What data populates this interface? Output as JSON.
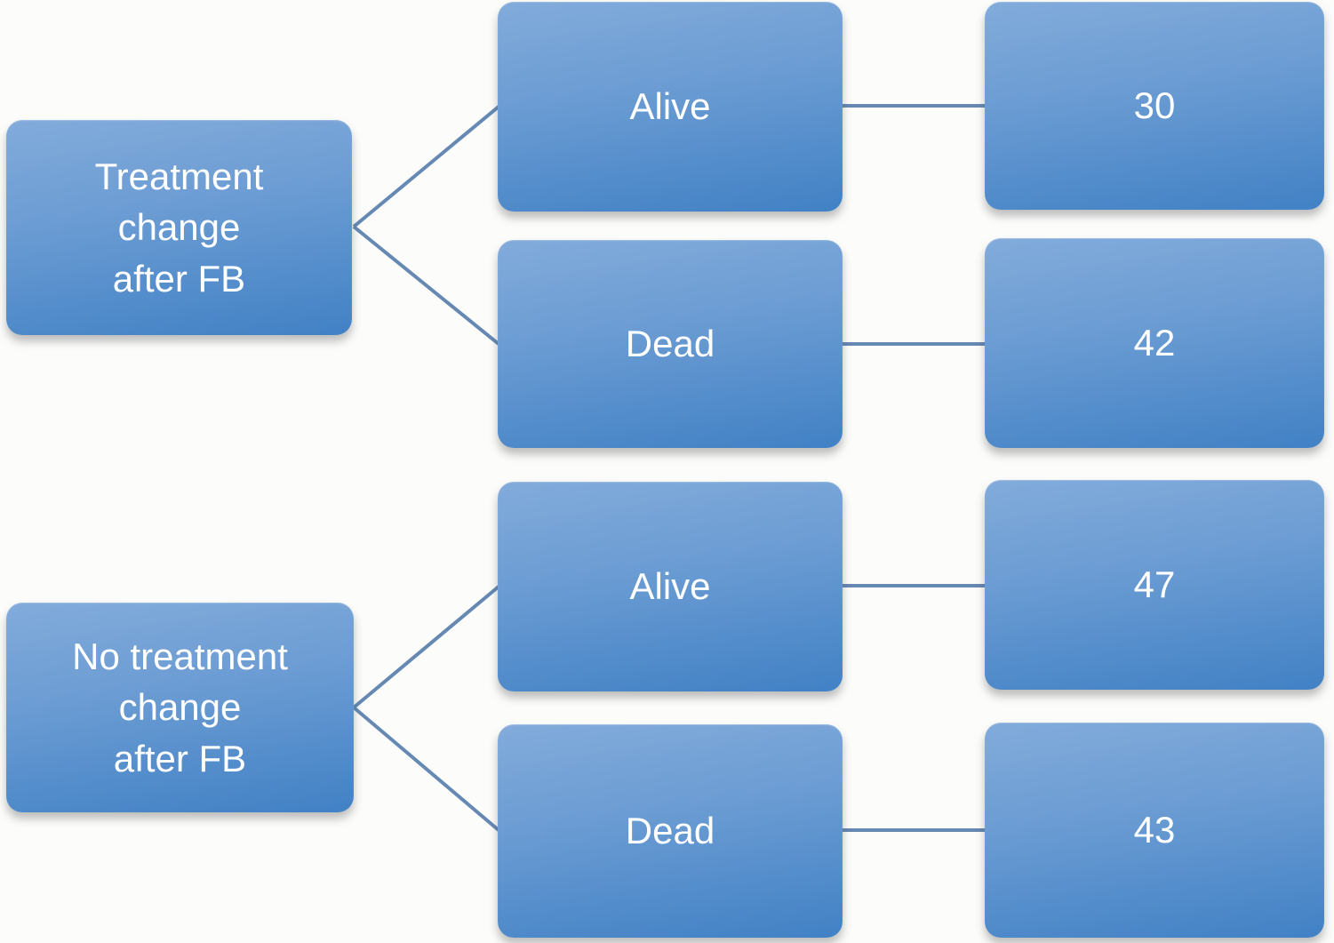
{
  "figure": {
    "type": "decision-tree",
    "background": "#fcfcfb",
    "palette": {
      "box_gradient_top": "#82abdb",
      "box_gradient_bottom": "#4181c5",
      "box_text": "#ffffff",
      "connector": "#6589b3"
    },
    "groups": [
      {
        "root": {
          "label": "Treatment change after FB",
          "lines": [
            "Treatment",
            "change",
            "after FB"
          ]
        },
        "outcomes": [
          {
            "label": "Alive",
            "count": "30"
          },
          {
            "label": "Dead",
            "count": "42"
          }
        ]
      },
      {
        "root": {
          "label": "No treatment change after FB",
          "lines": [
            "No treatment",
            "change",
            "after FB"
          ]
        },
        "outcomes": [
          {
            "label": "Alive",
            "count": "47"
          },
          {
            "label": "Dead",
            "count": "43"
          }
        ]
      }
    ]
  }
}
